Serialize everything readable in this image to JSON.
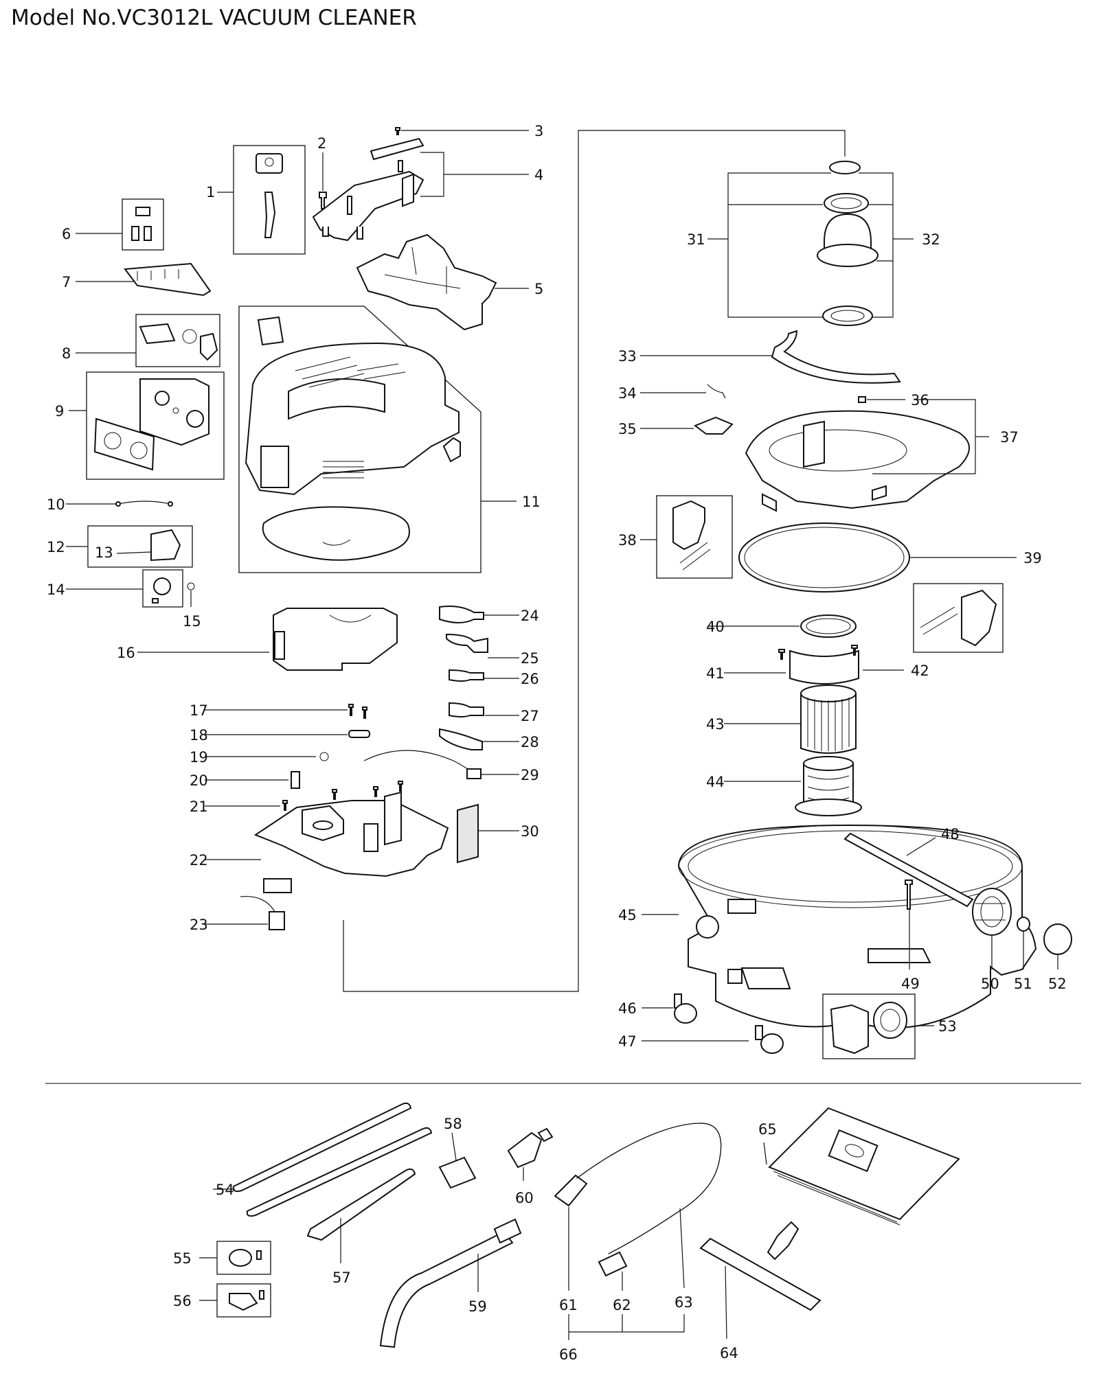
{
  "title": "Model No.VC3012L VACUUM CLEANER",
  "labels": {
    "l1": "1",
    "l2": "2",
    "l3": "3",
    "l4": "4",
    "l5": "5",
    "l6": "6",
    "l7": "7",
    "l8": "8",
    "l9": "9",
    "l10": "10",
    "l11": "11",
    "l12": "12",
    "l13": "13",
    "l14": "14",
    "l15": "15",
    "l16": "16",
    "l17": "17",
    "l18": "18",
    "l19": "19",
    "l20": "20",
    "l21": "21",
    "l22": "22",
    "l23": "23",
    "l24": "24",
    "l25": "25",
    "l26": "26",
    "l27": "27",
    "l28": "28",
    "l29": "29",
    "l30": "30",
    "l31": "31",
    "l32": "32",
    "l33": "33",
    "l34": "34",
    "l35": "35",
    "l36": "36",
    "l37": "37",
    "l38": "38",
    "l39": "39",
    "l40": "40",
    "l41": "41",
    "l42": "42",
    "l43": "43",
    "l44": "44",
    "l45": "45",
    "l46": "46",
    "l47": "47",
    "l48": "48",
    "l49": "49",
    "l50": "50",
    "l51": "51",
    "l52": "52",
    "l53": "53",
    "l54": "54",
    "l55": "55",
    "l56": "56",
    "l57": "57",
    "l58": "58",
    "l59": "59",
    "l60": "60",
    "l61": "61",
    "l62": "62",
    "l63": "63",
    "l64": "64",
    "l65": "65",
    "l66": "66"
  }
}
